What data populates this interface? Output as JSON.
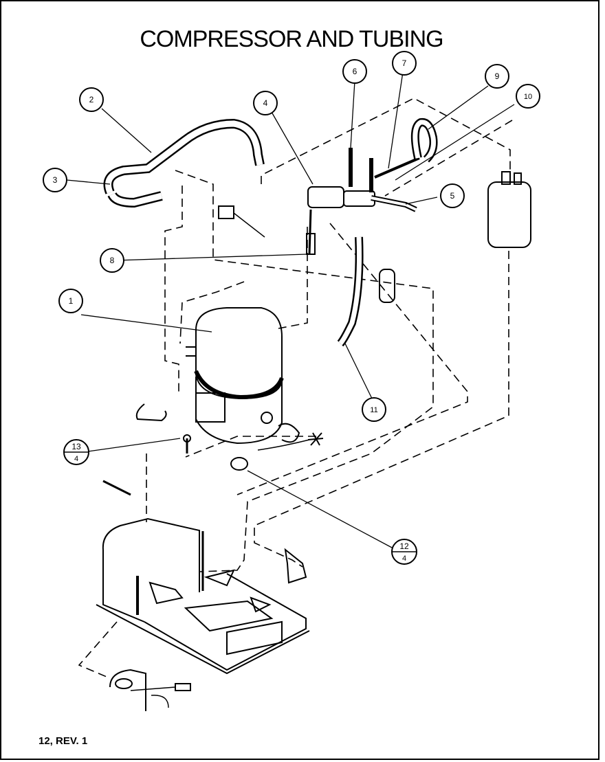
{
  "title": "COMPRESSOR AND TUBING",
  "footer": "12, REV. 1",
  "callouts": [
    "1",
    "2",
    "3",
    "4",
    "5",
    "6",
    "7",
    "8",
    "9",
    "10",
    "11"
  ],
  "fraction_callouts": [
    {
      "top": "13",
      "bottom": "4"
    },
    {
      "top": "12",
      "bottom": "4"
    }
  ]
}
